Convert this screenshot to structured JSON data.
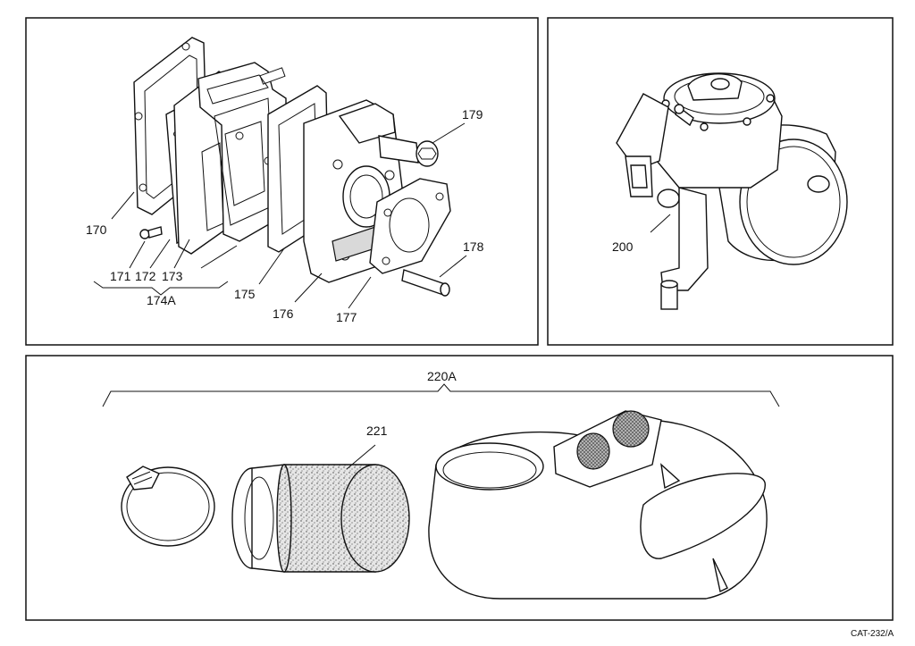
{
  "panels": {
    "top_left": {
      "labels": {
        "p170": "170",
        "p171": "171",
        "p172": "172",
        "p173": "173",
        "p174a": "174A",
        "p175": "175",
        "p176": "176",
        "p177": "177",
        "p178": "178",
        "p179": "179"
      }
    },
    "top_right": {
      "labels": {
        "p200": "200"
      }
    },
    "bottom": {
      "labels": {
        "p220a": "220A",
        "p221": "221"
      }
    }
  },
  "footer": {
    "code": "CAT-232/A"
  },
  "colors": {
    "line": "#111111",
    "background": "#ffffff",
    "foam": "#d9d9d9"
  }
}
